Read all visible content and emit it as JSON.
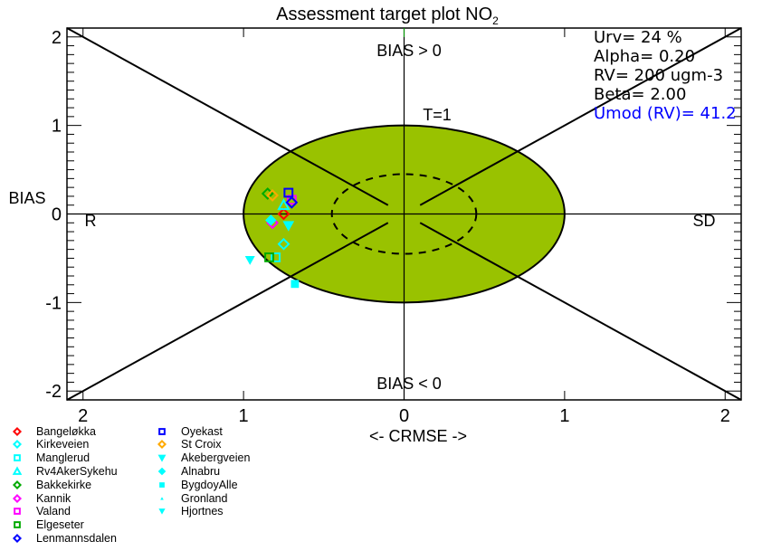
{
  "chart_data": {
    "type": "scatter",
    "title": "Assessment target plot NO",
    "title_subscript": "2",
    "xlabel": "<- CRMSE ->",
    "ylabel": "BIAS",
    "xlim": [
      -2.1,
      2.1
    ],
    "ylim": [
      -2.1,
      2.1
    ],
    "x_ticks": [
      -2,
      -1,
      0,
      1,
      2
    ],
    "x_tick_labels": [
      "2",
      "1",
      "0",
      "1",
      "2"
    ],
    "y_ticks": [
      -2,
      -1,
      0,
      1,
      2
    ],
    "y_tick_labels": [
      "-2",
      "-1",
      "0",
      "1",
      "2"
    ],
    "grid": false,
    "target_circle_radius": 1.0,
    "inner_dashed_radius": 0.45,
    "target_fill_color": "#99c200",
    "annotations": {
      "bias_pos": "BIAS > 0",
      "bias_neg": "BIAS < 0",
      "left": "R",
      "right": "SD",
      "target": "T=1"
    },
    "params": [
      {
        "text": "Urv= 24 %",
        "color": "#000000"
      },
      {
        "text": "Alpha= 0.20",
        "color": "#000000"
      },
      {
        "text": "RV= 200 ugm-3",
        "color": "#000000"
      },
      {
        "text": "Beta= 2.00",
        "color": "#000000"
      },
      {
        "text": "Umod (RV)= 41.2",
        "color": "#0000ff"
      }
    ],
    "series": [
      {
        "name": "Bangeløkka",
        "marker": "diamond",
        "color": "#ff0000",
        "x": -0.75,
        "y": 0.0
      },
      {
        "name": "Kirkeveien",
        "marker": "diamond",
        "color": "#00ffff",
        "x": -0.75,
        "y": -0.34
      },
      {
        "name": "Manglerud",
        "marker": "square",
        "color": "#00ffff",
        "x": -0.8,
        "y": -0.49
      },
      {
        "name": "Rv4AkerSykehu",
        "marker": "triangle",
        "color": "#00ffff",
        "x": -0.75,
        "y": 0.1
      },
      {
        "name": "Bakkekirke",
        "marker": "diamond",
        "color": "#00aa00",
        "x": -0.85,
        "y": 0.23
      },
      {
        "name": "Kannik",
        "marker": "diamond",
        "color": "#ff00ff",
        "x": -0.82,
        "y": -0.1
      },
      {
        "name": "Valand",
        "marker": "square",
        "color": "#ff00ff",
        "x": -0.7,
        "y": 0.16
      },
      {
        "name": "Elgeseter",
        "marker": "square",
        "color": "#00aa00",
        "x": -0.84,
        "y": -0.49
      },
      {
        "name": "Lenmannsdalen",
        "marker": "diamond",
        "color": "#0000ff",
        "x": -0.7,
        "y": 0.13
      },
      {
        "name": "Oyekast",
        "marker": "square",
        "color": "#0000ff",
        "x": -0.72,
        "y": 0.24
      },
      {
        "name": "St Croix",
        "marker": "diamond",
        "color": "#ffaa00",
        "x": -0.82,
        "y": 0.21
      },
      {
        "name": "Akebergveien",
        "marker": "tri-down-open",
        "color": "#00ffff",
        "x": -0.72,
        "y": -0.13
      },
      {
        "name": "Alnabru",
        "marker": "diamond-fill",
        "color": "#00ffff",
        "x": -0.83,
        "y": -0.07
      },
      {
        "name": "BygdoyAlle",
        "marker": "square-fill",
        "color": "#00ffff",
        "x": -0.68,
        "y": -0.79
      },
      {
        "name": "Gronland",
        "marker": "triangle-small",
        "color": "#00ffff",
        "x": -0.72,
        "y": -0.11
      },
      {
        "name": "Hjortnes",
        "marker": "tri-down-fill",
        "color": "#00ffff",
        "x": -0.96,
        "y": -0.52
      }
    ]
  }
}
